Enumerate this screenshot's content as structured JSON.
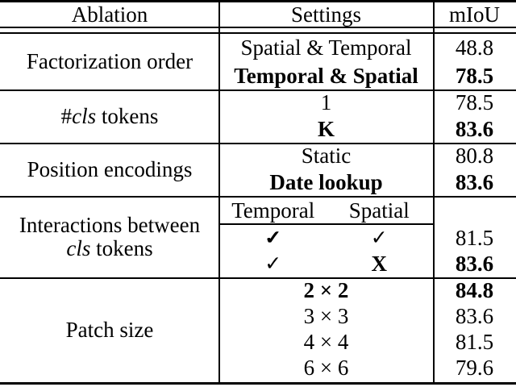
{
  "colors": {
    "background": "#ffffff",
    "rule": "#000000",
    "text": "#000000"
  },
  "table": {
    "headers": {
      "ablation": "Ablation",
      "settings": "Settings",
      "miou": "mIoU"
    },
    "sections": [
      {
        "label": "Factorization order",
        "rows": [
          {
            "setting": "Spatial & Temporal",
            "miou": "48.8"
          },
          {
            "setting": "Temporal & Spatial",
            "miou": "78.5"
          }
        ]
      },
      {
        "label_prefix": "#",
        "label_italic": "cls",
        "label_suffix": " tokens",
        "rows": [
          {
            "setting": "1",
            "miou": "78.5"
          },
          {
            "setting": "K",
            "miou": "83.6"
          }
        ]
      },
      {
        "label": "Position encodings",
        "rows": [
          {
            "setting": "Static",
            "miou": "80.8"
          },
          {
            "setting": "Date lookup",
            "miou": "83.6"
          }
        ]
      },
      {
        "label_line1": "Interactions between",
        "label_line2_italic": "cls",
        "label_line2_suffix": " tokens",
        "subheaders": {
          "temporal": "Temporal",
          "spatial": "Spatial"
        },
        "rows": [
          {
            "temporal": "✓",
            "spatial": "✓",
            "miou": "81.5"
          },
          {
            "temporal": "✓",
            "spatial": "X",
            "miou": "83.6"
          }
        ]
      },
      {
        "label": "Patch size",
        "rows": [
          {
            "setting": "2 × 2",
            "miou": "84.8"
          },
          {
            "setting": "3 × 3",
            "miou": "83.6"
          },
          {
            "setting": "4 × 4",
            "miou": "81.5"
          },
          {
            "setting": "6 × 6",
            "miou": "79.6"
          }
        ]
      }
    ]
  }
}
